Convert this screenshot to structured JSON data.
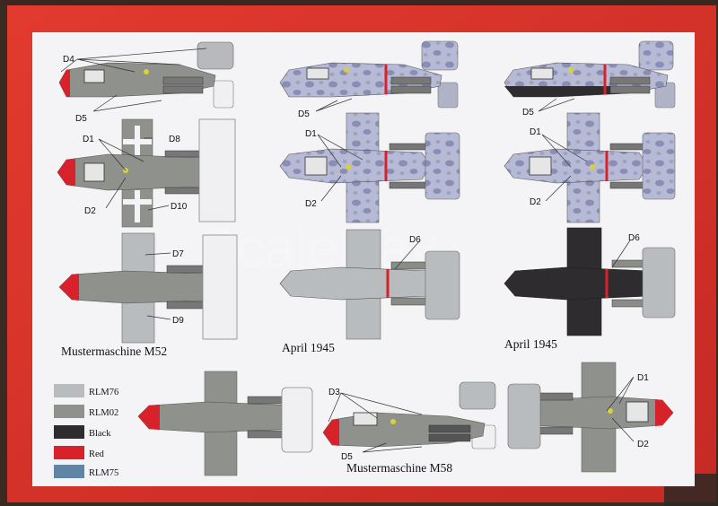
{
  "watermark": "ScaleDay",
  "captions": {
    "m52": "Mustermaschine M52",
    "april_mid": "April 1945",
    "april_right": "April 1945",
    "m58": "Mustermaschine M58"
  },
  "callouts": [
    "D4",
    "D5",
    "D1",
    "D8",
    "D2",
    "D10",
    "D7",
    "D9",
    "D5",
    "D1",
    "D2",
    "D6",
    "D5",
    "D1",
    "D2",
    "D6",
    "D3",
    "D5",
    "D1",
    "D2"
  ],
  "legend": [
    {
      "label": "RLM76",
      "color": "#b9bcbf"
    },
    {
      "label": "RLM02",
      "color": "#8f918c"
    },
    {
      "label": "Black",
      "color": "#2e2c2e"
    },
    {
      "label": "Red",
      "color": "#d8222b"
    },
    {
      "label": "RLM75",
      "color": "#5f86a6"
    }
  ],
  "colors": {
    "box_red": "#d8342a",
    "card": "#f4f4f6",
    "rlm02": "#8f918c",
    "rlm76": "#b9bcbf",
    "black": "#2e2c2e",
    "nose_red": "#d8222b",
    "mottle": "#9fa3c4"
  }
}
